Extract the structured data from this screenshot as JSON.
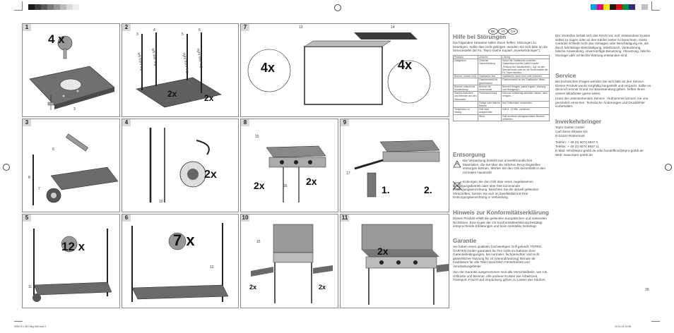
{
  "print_marks": {
    "left_slug": "3950 E Li BO 5bg Grill.indd 2",
    "right_slug": "09.10.15 10:55",
    "color_strip": [
      "#1a1a1a",
      "#3a3a3a",
      "#5a5a5a",
      "#7a7a7a",
      "#9a9a9a",
      "#bababa",
      "#dadada",
      "#f0f0f0"
    ],
    "color_strip_right": [
      "#00a0e6",
      "#e6007e",
      "#ffed00",
      "#1a1a1a",
      "#e30613",
      "#009640",
      "#2d2e83",
      "#f5f5f5",
      "#bfbfbf"
    ]
  },
  "left_page": {
    "page_number": "2",
    "panels": [
      {
        "num": "1",
        "multiplier": "4 x",
        "callouts": [
          "1",
          "2",
          "3"
        ]
      },
      {
        "num": "2",
        "multiplier": "2x",
        "callouts": [
          "3",
          "4",
          "5",
          "6",
          "left front leg",
          "left rear leg",
          "right front leg",
          "right rear leg"
        ]
      },
      {
        "num": "3",
        "multiplier": "",
        "callouts": [
          "6",
          "7",
          "8"
        ]
      },
      {
        "num": "4",
        "multiplier": "2x",
        "callouts": [
          "10"
        ]
      },
      {
        "num": "5",
        "multiplier": "12 x",
        "callouts": [
          "11"
        ]
      },
      {
        "num": "6",
        "multiplier": "7 x",
        "callouts": [
          "12"
        ]
      }
    ]
  },
  "middle_page": {
    "panels": [
      {
        "num": "7",
        "multiplier": "4x",
        "multiplier2": "4x",
        "callouts": [
          "13",
          "14"
        ]
      },
      {
        "num": "8",
        "multiplier": "2x",
        "multiplier2": "2x",
        "callouts": [
          "15",
          "16"
        ]
      },
      {
        "num": "9",
        "multiplier": "1.",
        "multiplier2": "2.",
        "callouts": [
          "17"
        ]
      },
      {
        "num": "10",
        "multiplier": "2x",
        "multiplier2": "2x",
        "callouts": [
          "15"
        ]
      },
      {
        "num": "11",
        "multiplier": "2x",
        "multiplier2": "",
        "callouts": []
      }
    ]
  },
  "right_page": {
    "page_number": "39",
    "country_badges": [
      "DE",
      "AT",
      "CH"
    ],
    "troubleshooting": {
      "title": "Hilfe bei Störungen",
      "intro": "Die folgenden Hinweise sollen Ihnen helfen, Störungen zu beseitigen. Sollte dies nicht gelingen, wenden Sie sich bitte an die Servicestelle der Fa. Tepro (siehe Kapitel „Inverkehrbringer“).",
      "table_headers": [
        "Problem",
        "Ursache",
        "Lösung"
      ],
      "table_rows": [
        [
          "Gasgeruch",
          "Undichte Gasverbindung",
          "Sofort die Gasflasche zudrehen. Gasschlauch prüfen (siehe Kapitel „Prüfung auf Gasdichtheit“). Ggf. an den Servicecenter oder an die Servicestelle der Fa. Tepro wenden."
        ],
        [
          "Brenner zündet nicht",
          "Gasflasche leer",
          "Gasflasche durch eine volle ersetzen."
        ],
        [
          "",
          "Flaschenventil ist geschlossen",
          "Flaschenventil an der Gasflasche öffnen."
        ],
        [
          "Brenner erlischt bei Verwendung",
          "Brenner ist verschmutzt",
          "Brenner reinigen (siehe Kapitel „Wartung und Reinigung“)."
        ],
        [
          "Starkes Auflodern und Brennen auf den Heizrosten",
          "Fettansammlung",
          "Heizrost vollständig abkühlen lassen, dann reinigen."
        ],
        [
          "",
          "Fettige oder falsche Wärme",
          "Nur Grillschalen verwenden."
        ],
        [
          "Temperatur zu niedrig",
          "Grill nicht ausgerichtet",
          "Grill 5 - 10 Min. vorheizen."
        ],
        [
          "",
          "Wind",
          "Grill an einem windgeschützten Bereich aufstellen."
        ]
      ]
    },
    "disposal": {
      "title": "Entsorgung",
      "text1": "Die Verpackung besteht aus umweltfreundlichen Materialien, die Sie über die örtlichen Recyclingstellen entsorgen können. Werfen Sie den Grill keinesfalls in den normalen Hausmüll!",
      "text2": "Entsorgen Sie den Grill über einen zugelassenen Entsorgungsbetrieb oder über Ihre kommunale Entsorgungseinrichtung. Beachten Sie die aktuell geltenden Vorschriften. Setzen Sie sich im Zweifelsfall mit Ihrer Entsorgungseinrichtung in Verbindung."
    },
    "conformity": {
      "title": "Hinweis zur Konformitätserklärung",
      "text": "Dieses Produkt erfüllt die geltenden europäischen und nationalen Richtlinien. Eine Kopie der CE Konformitätserklärung bestätigt entsprechende Erklärungen und beim Hersteller hinterlegt."
    },
    "warranty": {
      "title": "Garantie",
      "text1": "Sie haben einen qualitativ hochwertigen Grill gekauft. TEPRO GARTEN GmbH garantiert für Ihre Grills im Rahmen ihrer Garantiebedingungen, bei normaler, fachgerechter und nicht gewerblicher Nutzung für 24 (vierundzwanzig) Monate ab Kaufdatum für alle Teile hinsichtlich Fehlerfreiheit und Verarbeitungsfehler.",
      "text2": "Von der Garantie ausgenommen sind alle Verschleißteile, wie z.B. Grillroste und Brenner. Alle anderen Kosten wie Arbeitszeit, Transport, Fracht und Verpackung gehen zu Lasten des Käufers."
    },
    "col2_top": "Der Vertreiber behält sich das Recht vor, evtl. entstandene Kosten selbst zu tragen oder an den Käufer weiter zu berechnen. Diese Garantie schließt nicht das Versagen oder Beschädigung ein, die durch fahrlässige Beschädigung, Missbrauch, Veränderung, falsche Anwendung, unvernünftige Benutzung, Abnutzung, falsche Montage oder schlechte Wartung entstanden sind.",
    "service": {
      "title": "Service",
      "text1": "Bei technischen Fragen wenden Sie sich bitte an den Service. Dieses Produkt wurde sorgfältig hergestellt und verpackt. Sollte es dennoch einmal Grund zur Beanstandung geben, helfen Ihnen unsere Mitarbeiter gerne weiter.",
      "text2": "Unter der untenstehenden Service - Rufnummer können Sie uns persönlich erreichen. Technische Änderungen und Druckfehler vorbehalten."
    },
    "distributor": {
      "title": "Inverkehrbringer",
      "lines": [
        "Tepro Garten GmbH",
        "Carl-Zeiss-Strasse 8/4",
        "D-63322 Rödermark",
        "Telefon: + 49 (0) 6074 8937 0",
        "Telefax: + 49 (0) 6074 8937 11",
        "E-Mail: info@tepro-gmbh.de oder kundeffice@tepro-gmbh.de",
        "Web: www.tepro-gmbh.de"
      ]
    }
  }
}
